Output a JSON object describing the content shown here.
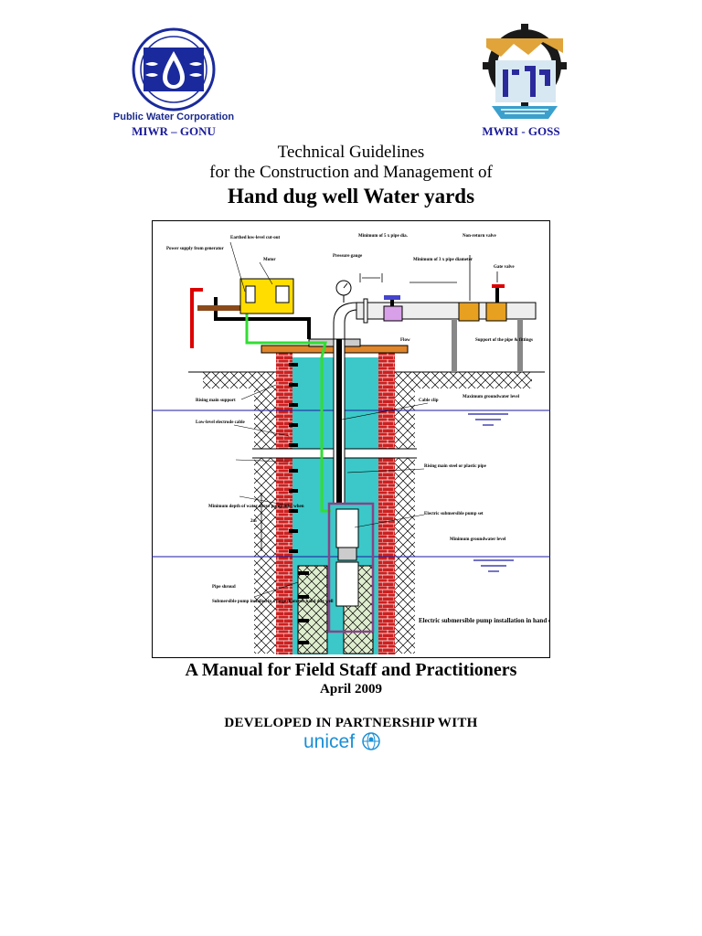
{
  "header": {
    "left_org": "Public Water Corporation",
    "left_ministry": "MIWR – GONU",
    "right_ministry": "MWRI - GOSS"
  },
  "title": {
    "line1": "Technical Guidelines",
    "line2": "for the Construction and Management of",
    "line3": "Hand dug well Water yards"
  },
  "diagram": {
    "power_supply": "Power supply from generator",
    "earthed_cutout": "Earthed low-level cut-out",
    "motor": "Motor",
    "pressure_gauge": "Pressure gauge",
    "min_5x": "Minimum of 5 x pipe dia.",
    "min_3x": "Minimum of 3 x pipe diameter",
    "non_return": "Non-return valve",
    "gate_valve": "Gate valve",
    "flow": "Flow",
    "support": "Support of the pipe & fittings",
    "rising_main_support": "Rising main support",
    "cable_clip": "Cable clip",
    "max_gw": "Maximum groundwater level",
    "electrode_cable": "Low-level electrode cable",
    "rising_main": "Rising main steel or plastic pipe",
    "min_depth": "Minimum depth of water above pump inlet when",
    "two_m": "2m",
    "pump_set": "Electric submersible pump set",
    "min_gw": "Minimum groundwater level",
    "pipe_shroud": "Pipe shroud",
    "installed": "Submersible pump installed in a large diameter hand dug well",
    "caption": "Electric submersible pump installation in hand dug wells"
  },
  "footer": {
    "manual": "A Manual for Field Staff and Practitioners",
    "date": "April 2009",
    "partner": "DEVELOPED IN PARTNERSHIP WITH",
    "unicef": "unicef"
  }
}
